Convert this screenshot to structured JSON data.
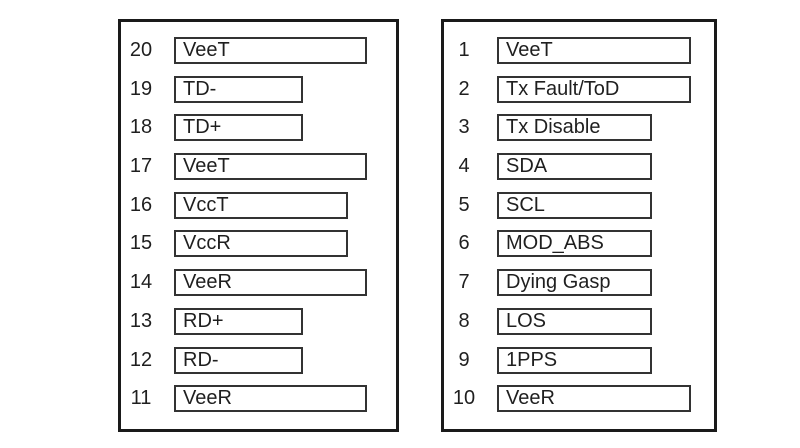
{
  "diagram": {
    "type": "connector-pinout",
    "colors": {
      "background": "#ffffff",
      "outer_border": "#1a1a1a",
      "inner_border": "#333333",
      "text": "#1f1f1f"
    }
  },
  "panels": [
    {
      "name": "left-pin-column",
      "pins": [
        {
          "number": "20",
          "label": "VeeT",
          "width": 193
        },
        {
          "number": "19",
          "label": "TD-",
          "width": 129
        },
        {
          "number": "18",
          "label": "TD+",
          "width": 129
        },
        {
          "number": "17",
          "label": "VeeT",
          "width": 193
        },
        {
          "number": "16",
          "label": "VccT",
          "width": 174
        },
        {
          "number": "15",
          "label": "VccR",
          "width": 174
        },
        {
          "number": "14",
          "label": "VeeR",
          "width": 193
        },
        {
          "number": "13",
          "label": "RD+",
          "width": 129
        },
        {
          "number": "12",
          "label": "RD-",
          "width": 129
        },
        {
          "number": "11",
          "label": "VeeR",
          "width": 193
        }
      ]
    },
    {
      "name": "right-pin-column",
      "pins": [
        {
          "number": "1",
          "label": "VeeT",
          "width": 194
        },
        {
          "number": "2",
          "label": "Tx Fault/ToD",
          "width": 194
        },
        {
          "number": "3",
          "label": "Tx Disable",
          "width": 155
        },
        {
          "number": "4",
          "label": "SDA",
          "width": 155
        },
        {
          "number": "5",
          "label": "SCL",
          "width": 155
        },
        {
          "number": "6",
          "label": "MOD_ABS",
          "width": 155
        },
        {
          "number": "7",
          "label": "Dying Gasp",
          "width": 155
        },
        {
          "number": "8",
          "label": "LOS",
          "width": 155
        },
        {
          "number": "9",
          "label": "1PPS",
          "width": 155
        },
        {
          "number": "10",
          "label": "VeeR",
          "width": 194
        }
      ]
    }
  ]
}
